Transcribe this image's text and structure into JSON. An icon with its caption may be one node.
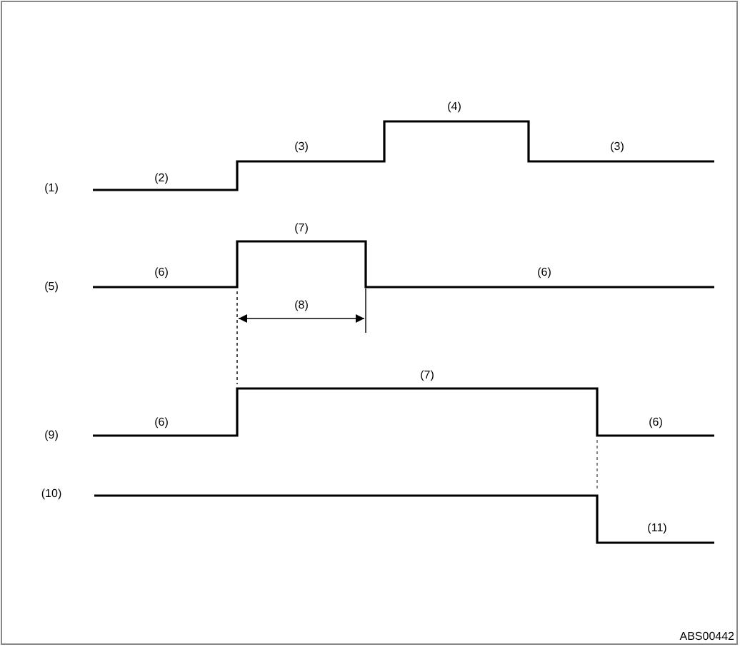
{
  "diagram": {
    "labels": [
      "(4)",
      "(3)",
      "(3)",
      "(2)",
      "(1)",
      "(7)",
      "(6)",
      "(6)",
      "(5)",
      "(8)",
      "(7)",
      "(6)",
      "(6)",
      "(9)",
      "(10)",
      "(11)",
      "ABS00442"
    ]
  }
}
